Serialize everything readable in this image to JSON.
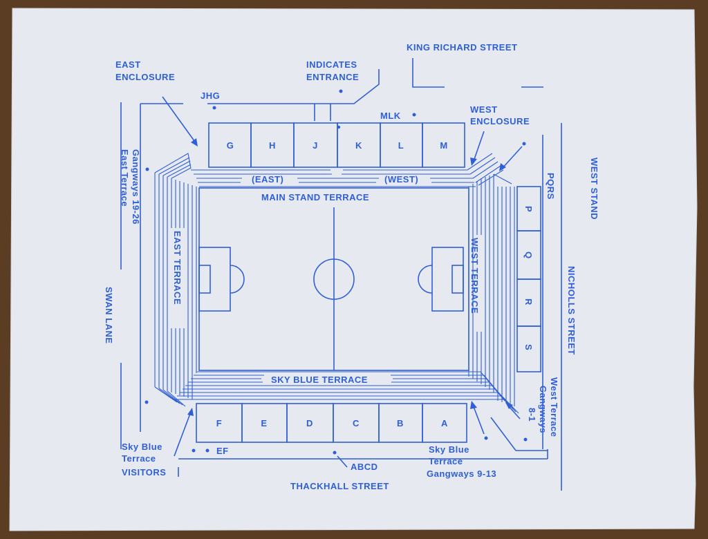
{
  "colors": {
    "ink": "#2f5fd6",
    "paper": "#e6e9ef",
    "table": "#5a3d22"
  },
  "streets": {
    "king_richard": "KING RICHARD STREET",
    "thackhall": "THACKHALL STREET",
    "swan_lane": "SWAN LANE",
    "nicholls": "NICHOLLS STREET",
    "west_stand": "WEST STAND"
  },
  "legend": {
    "line1": "INDICATES",
    "line2": "ENTRANCE"
  },
  "enclosures": {
    "east_line1": "EAST",
    "east_line2": "ENCLOSURE",
    "west_line1": "WEST",
    "west_line2": "ENCLOSURE"
  },
  "terraces": {
    "main_stand": "MAIN STAND  TERRACE",
    "east_part": "(EAST)",
    "west_part": "(WEST)",
    "east": "EAST TERRACE",
    "west": "WEST TERRACE",
    "sky_blue": "SKY BLUE TERRACE"
  },
  "entrances": {
    "jhg": "JHG",
    "mlk": "MLK",
    "pqrs": "PQRS",
    "ef": "EF",
    "abcd": "ABCD"
  },
  "main_stand_blocks": [
    "G",
    "H",
    "J",
    "K",
    "L",
    "M"
  ],
  "west_stand_blocks": [
    "P",
    "Q",
    "R",
    "S"
  ],
  "sky_blue_blocks": [
    "F",
    "E",
    "D",
    "C",
    "B",
    "A"
  ],
  "gangways": {
    "east_line1": "East Terrace",
    "east_line2": "Gangways 19-26",
    "west_line1": "West Terrace",
    "west_line2": "Gangways",
    "west_line3": "8-1",
    "sky_line1": "Sky Blue",
    "sky_line2": "Terrace",
    "sky_line3": "Gangways 9-13"
  },
  "visitors": {
    "line1": "Sky Blue",
    "line2": "Terrace",
    "line3": "VISITORS"
  }
}
